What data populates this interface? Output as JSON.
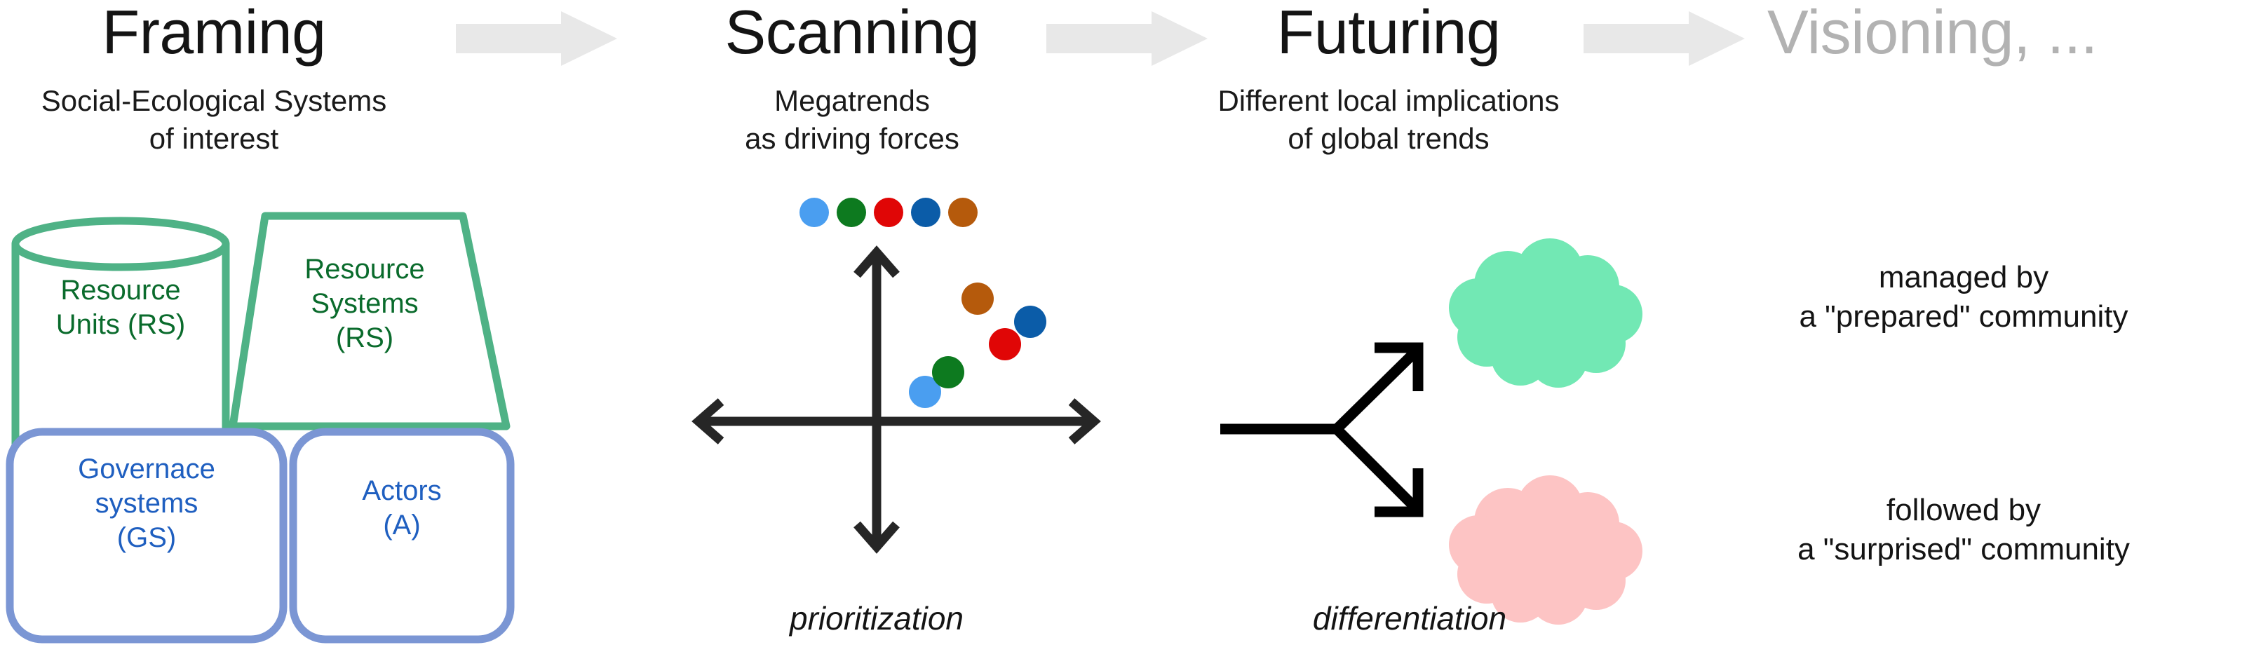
{
  "phases": [
    {
      "id": "framing",
      "title": "Framing",
      "subtitle_line1": "Social-Ecological Systems",
      "subtitle_line2": "of interest",
      "muted": false
    },
    {
      "id": "scanning",
      "title": "Scanning",
      "subtitle_line1": "Megatrends",
      "subtitle_line2": "as driving forces",
      "muted": false
    },
    {
      "id": "futuring",
      "title": "Futuring",
      "subtitle_line1": "Different local implications",
      "subtitle_line2": "of global trends",
      "muted": false
    },
    {
      "id": "visioning",
      "title": "Visioning, ...",
      "subtitle_line1": "",
      "subtitle_line2": "",
      "muted": true
    }
  ],
  "framing": {
    "boxes": [
      {
        "id": "resource-units",
        "shape": "cylinder",
        "line1": "Resource",
        "line2": "Units (RS)",
        "line3": "",
        "color": "#4fb286",
        "text_color": "#0a6b2c"
      },
      {
        "id": "resource-systems",
        "shape": "trapezoid",
        "line1": "Resource",
        "line2": "Systems",
        "line3": "(RS)",
        "color": "#4fb286",
        "text_color": "#0a6b2c"
      },
      {
        "id": "governance-systems",
        "shape": "rounded",
        "line1": "Governace",
        "line2": "systems",
        "line3": "(GS)",
        "color": "#7b96d4",
        "text_color": "#1f5fc0"
      },
      {
        "id": "actors",
        "shape": "rounded",
        "line1": "Actors",
        "line2": "(A)",
        "line3": "",
        "color": "#7b96d4",
        "text_color": "#1f5fc0"
      }
    ]
  },
  "scanning": {
    "axis_label_y": "prioritization",
    "legend": [
      {
        "name": "megatrend-1",
        "color": "#4a9ef0"
      },
      {
        "name": "megatrend-2",
        "color": "#0d7a1f"
      },
      {
        "name": "megatrend-3",
        "color": "#e00606"
      },
      {
        "name": "megatrend-4",
        "color": "#0b5ca8"
      },
      {
        "name": "megatrend-5",
        "color": "#b55a0c"
      }
    ]
  },
  "chart_data": {
    "type": "scatter",
    "title": "",
    "xlabel": "",
    "ylabel": "prioritization",
    "xlim": [
      -1,
      1
    ],
    "ylim": [
      -1,
      1
    ],
    "grid": false,
    "legend_position": "top",
    "series": [
      {
        "name": "megatrend-1",
        "color": "#4a9ef0",
        "x": 0.23,
        "y": 0.17
      },
      {
        "name": "megatrend-2",
        "color": "#0d7a1f",
        "x": 0.34,
        "y": 0.28
      },
      {
        "name": "megatrend-3",
        "color": "#e00606",
        "x": 0.61,
        "y": 0.44
      },
      {
        "name": "megatrend-4",
        "color": "#0b5ca8",
        "x": 0.73,
        "y": 0.57
      },
      {
        "name": "megatrend-5",
        "color": "#b55a0c",
        "x": 0.48,
        "y": 0.7
      }
    ]
  },
  "futuring": {
    "axis_label": "differentiation",
    "branches": [
      {
        "id": "prepared",
        "cloud_color": "#72e8b4",
        "caption_line1": "managed by",
        "caption_line2": "a \"prepared\" community"
      },
      {
        "id": "surprised",
        "cloud_color": "#fdc4c4",
        "caption_line1": "followed by",
        "caption_line2": "a \"surprised\" community"
      }
    ]
  },
  "colors": {
    "flow_arrow": "#e8e8e8",
    "axis": "#262626",
    "muted_title": "#b2b2b2"
  }
}
